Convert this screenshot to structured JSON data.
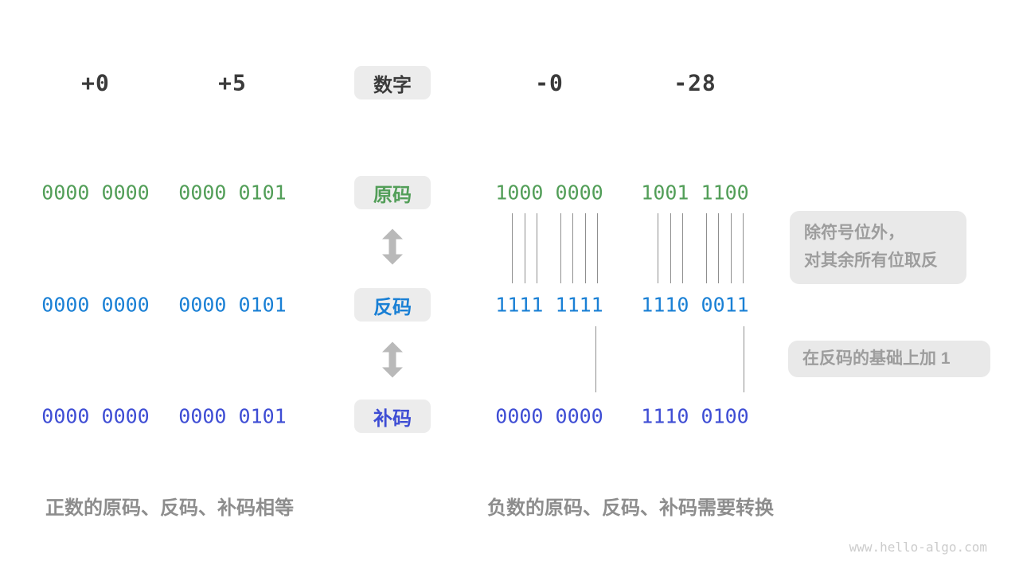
{
  "palette": {
    "green": "#529e58",
    "blue": "#1a80d5",
    "indigo": "#3e4dd4",
    "box_bg": "#ececec",
    "note_bg": "#e9e9e9",
    "note_text": "#9d9d9d",
    "caption_text": "#8d8d8d",
    "number_text": "#3b3b3b",
    "arrow": "#b9b9b9",
    "line": "#8f8f8f",
    "watermark_text": "#cccccc"
  },
  "header": {
    "label": "数字",
    "values": [
      "+0",
      "+5",
      "-0",
      "-28"
    ]
  },
  "rows": [
    {
      "label": "原码",
      "values": [
        "0000 0000",
        "0000 0101",
        "1000 0000",
        "1001 1100"
      ]
    },
    {
      "label": "反码",
      "values": [
        "0000 0000",
        "0000 0101",
        "1111 1111",
        "1110 0011"
      ]
    },
    {
      "label": "补码",
      "values": [
        "0000 0000",
        "0000 0101",
        "0000 0000",
        "1110 0100"
      ]
    }
  ],
  "notes": {
    "flip_line1": "除符号位外，",
    "flip_line2": "对其余所有位取反",
    "add_one": "在反码的基础上加 1"
  },
  "captions": {
    "positive": "正数的原码、反码、补码相等",
    "negative": "负数的原码、反码、补码需要转换"
  },
  "watermark": "www.hello-algo.com"
}
